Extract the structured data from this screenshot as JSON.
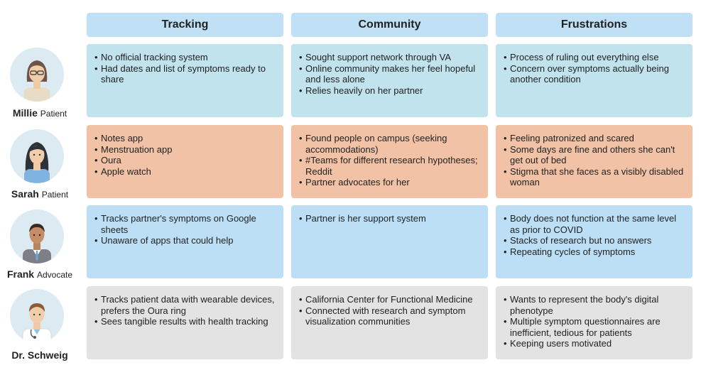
{
  "columns": [
    "Tracking",
    "Community",
    "Frustrations"
  ],
  "personas": [
    {
      "name": "Millie",
      "role": "Patient",
      "avatar_icon": "woman-glasses-avatar-icon",
      "tracking": [
        "No official tracking system",
        "Had dates and list of symptoms ready to share"
      ],
      "community": [
        "Sought support network through VA",
        "Online community makes her feel hopeful and less alone",
        "Relies heavily on her partner"
      ],
      "frustrations": [
        "Process of ruling out everything else",
        "Concern over symptoms actually being another condition"
      ]
    },
    {
      "name": "Sarah",
      "role": "Patient",
      "avatar_icon": "woman-long-hair-avatar-icon",
      "tracking": [
        "Notes app",
        "Menstruation app",
        "Oura",
        "Apple watch"
      ],
      "community": [
        "Found people on campus (seeking accommodations)",
        "#Teams for different research hypotheses; Reddit",
        "Partner advocates for her"
      ],
      "frustrations": [
        "Feeling patronized and scared",
        "Some days are fine and others she can't get out of bed",
        "Stigma that she faces as a visibly disabled woman"
      ]
    },
    {
      "name": "Frank",
      "role": "Advocate",
      "avatar_icon": "man-suit-avatar-icon",
      "tracking": [
        "Tracks partner's symptoms on Google sheets",
        "Unaware of apps that could help"
      ],
      "community": [
        "Partner is her support system"
      ],
      "frustrations": [
        "Body does not function at the same level as prior to COVID",
        "Stacks of research but no answers",
        "Repeating cycles of symptoms"
      ]
    },
    {
      "name": "Dr. Schweig",
      "role": "",
      "avatar_icon": "doctor-stethoscope-avatar-icon",
      "tracking": [
        "Tracks patient data with wearable devices, prefers the Oura ring",
        "Sees tangible results with health tracking"
      ],
      "community": [
        "California Center for Functional Medicine",
        "Connected with research and symptom visualization communities"
      ],
      "frustrations": [
        "Wants to represent the body's digital phenotype",
        "Multiple symptom questionnaires are inefficient, tedious for patients",
        "Keeping users motivated"
      ]
    }
  ],
  "colors": {
    "header": "#bfe0f5",
    "row_millie": "#c1e3ee",
    "row_sarah": "#f2c2a6",
    "row_frank": "#bcdff6",
    "row_schweig": "#e3e3e3"
  }
}
